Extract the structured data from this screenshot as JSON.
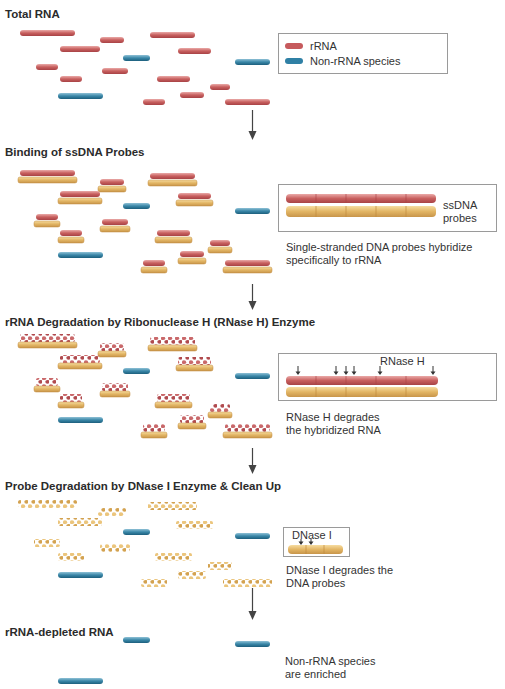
{
  "diagram": {
    "nodes": [
      {
        "text": [
          "Total RNA"
        ]
      },
      {
        "text": [
          "Binding of ssDNA Probes"
        ]
      },
      {
        "text": [
          "ssDNA probes",
          "Single-stranded DNA probes hybridize specifically to rRNA"
        ]
      },
      {
        "text": [
          "rRNA Degradation by Ribonuclease H (RNase H) Enzyme"
        ]
      },
      {
        "text": [
          "RNase H",
          "RNase H degrades the hybridized RNA"
        ]
      },
      {
        "text": [
          "Probe Degradation by DNase I Enzyme & Clean Up"
        ]
      },
      {
        "text": [
          "DNase I",
          "DNase I degrades the DNA probes"
        ]
      },
      {
        "text": [
          "rRNA-depleted RNA"
        ]
      }
    ],
    "edges": [
      {
        "from": 0,
        "to": 1,
        "arrow": "to"
      },
      {
        "from": 1,
        "to": 3,
        "arrow": "to"
      },
      {
        "from": 3,
        "to": 5,
        "arrow": "to"
      },
      {
        "from": 5,
        "to": 7,
        "arrow": "to"
      }
    ],
    "labels": [
      "Non-rRNA species are enriched"
    ],
    "legend": [
      {
        "text": "rRNA",
        "color": "#c65a5d"
      },
      {
        "text": "Non-rRNA species",
        "color": "#2f80a5"
      }
    ]
  }
}
